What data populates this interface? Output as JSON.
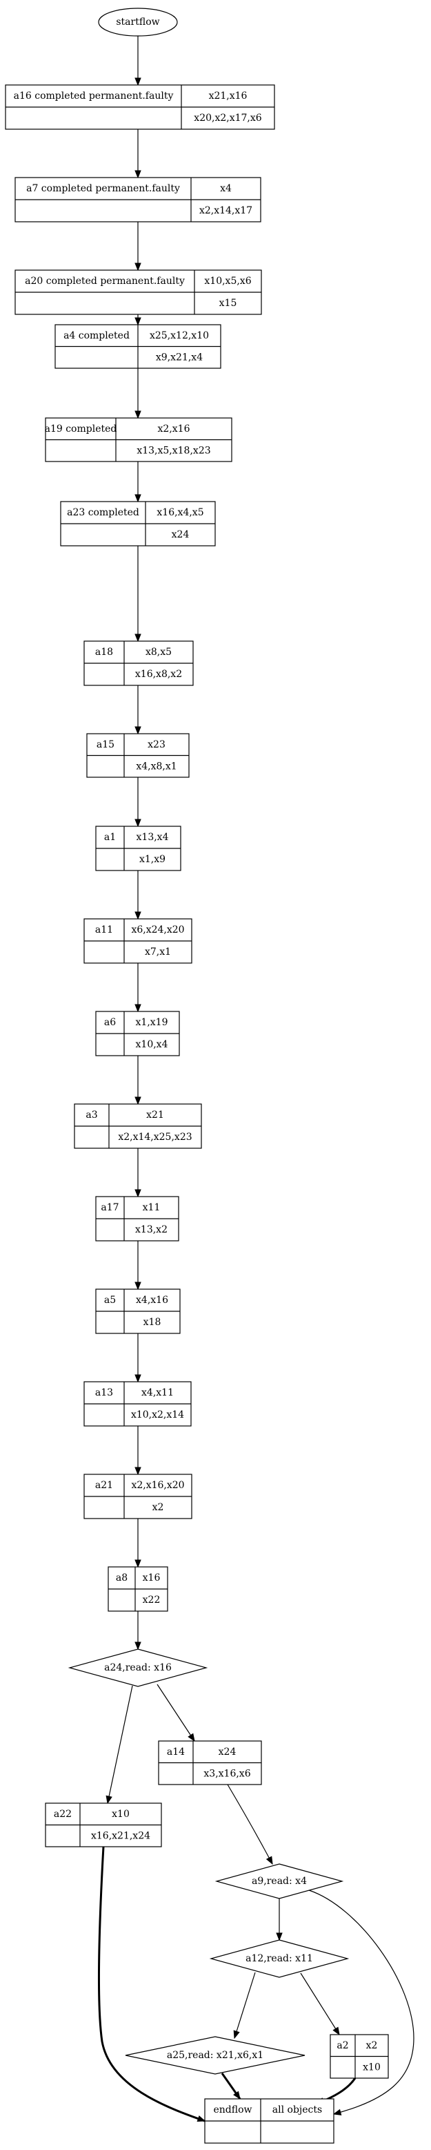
{
  "nodes": {
    "start": {
      "label": "startflow"
    },
    "a16": {
      "name": "a16 completed permanent.faulty",
      "top": "x21,x16",
      "bottom": "x20,x2,x17,x6"
    },
    "a7": {
      "name": "a7 completed permanent.faulty",
      "top": "x4",
      "bottom": "x2,x14,x17"
    },
    "a20": {
      "name": "a20 completed permanent.faulty",
      "top": "x10,x5,x6",
      "bottom": "x15"
    },
    "a4": {
      "name": "a4 completed",
      "top": "x25,x12,x10",
      "bottom": "x9,x21,x4"
    },
    "a19": {
      "name": "a19 completed",
      "top": "x2,x16",
      "bottom": "x13,x5,x18,x23"
    },
    "a23": {
      "name": "a23 completed",
      "top": "x16,x4,x5",
      "bottom": "x24"
    },
    "a18": {
      "name": "a18",
      "top": "x8,x5",
      "bottom": "x16,x8,x2"
    },
    "a15": {
      "name": "a15",
      "top": "x23",
      "bottom": "x4,x8,x1"
    },
    "a1": {
      "name": "a1",
      "top": "x13,x4",
      "bottom": "x1,x9"
    },
    "a11": {
      "name": "a11",
      "top": "x6,x24,x20",
      "bottom": "x7,x1"
    },
    "a6": {
      "name": "a6",
      "top": "x1,x19",
      "bottom": "x10,x4"
    },
    "a3": {
      "name": "a3",
      "top": "x21",
      "bottom": "x2,x14,x25,x23"
    },
    "a17": {
      "name": "a17",
      "top": "x11",
      "bottom": "x13,x2"
    },
    "a5": {
      "name": "a5",
      "top": "x4,x16",
      "bottom": "x18"
    },
    "a13": {
      "name": "a13",
      "top": "x4,x11",
      "bottom": "x10,x2,x14"
    },
    "a21": {
      "name": "a21",
      "top": "x2,x16,x20",
      "bottom": "x2"
    },
    "a8": {
      "name": "a8",
      "top": "x16",
      "bottom": "x22"
    },
    "a24": {
      "label": "a24,read: x16"
    },
    "a14": {
      "name": "a14",
      "top": "x24",
      "bottom": "x3,x16,x6"
    },
    "a22": {
      "name": "a22",
      "top": "x10",
      "bottom": "x16,x21,x24"
    },
    "a9": {
      "label": "a9,read: x4"
    },
    "a12": {
      "label": "a12,read: x11"
    },
    "a2": {
      "name": "a2",
      "top": "x2",
      "bottom": "x10"
    },
    "a25": {
      "label": "a25,read: x21,x6,x1"
    },
    "end": {
      "left": "endflow",
      "right": "all objects"
    }
  },
  "edges": [
    {
      "from": "start",
      "to": "a16",
      "bold": false
    },
    {
      "from": "a16",
      "to": "a7",
      "bold": false
    },
    {
      "from": "a7",
      "to": "a20",
      "bold": false
    },
    {
      "from": "a20",
      "to": "a4",
      "bold": false
    },
    {
      "from": "a4",
      "to": "a19",
      "bold": false
    },
    {
      "from": "a19",
      "to": "a23",
      "bold": false
    },
    {
      "from": "a23",
      "to": "a18",
      "bold": false
    },
    {
      "from": "a18",
      "to": "a15",
      "bold": false
    },
    {
      "from": "a15",
      "to": "a1",
      "bold": false
    },
    {
      "from": "a1",
      "to": "a11",
      "bold": false
    },
    {
      "from": "a11",
      "to": "a6",
      "bold": false
    },
    {
      "from": "a6",
      "to": "a3",
      "bold": false
    },
    {
      "from": "a3",
      "to": "a17",
      "bold": false
    },
    {
      "from": "a17",
      "to": "a5",
      "bold": false
    },
    {
      "from": "a5",
      "to": "a13",
      "bold": false
    },
    {
      "from": "a13",
      "to": "a21",
      "bold": false
    },
    {
      "from": "a21",
      "to": "a8",
      "bold": false
    },
    {
      "from": "a8",
      "to": "a24",
      "bold": false
    },
    {
      "from": "a24",
      "to": "a22",
      "bold": false
    },
    {
      "from": "a24",
      "to": "a14",
      "bold": false
    },
    {
      "from": "a14",
      "to": "a9",
      "bold": false
    },
    {
      "from": "a9",
      "to": "a12",
      "bold": false
    },
    {
      "from": "a9",
      "to": "end",
      "bold": false
    },
    {
      "from": "a12",
      "to": "a25",
      "bold": false
    },
    {
      "from": "a12",
      "to": "a2",
      "bold": false
    },
    {
      "from": "a22",
      "to": "end",
      "bold": true
    },
    {
      "from": "a25",
      "to": "end",
      "bold": true
    },
    {
      "from": "a2",
      "to": "end",
      "bold": true
    }
  ]
}
